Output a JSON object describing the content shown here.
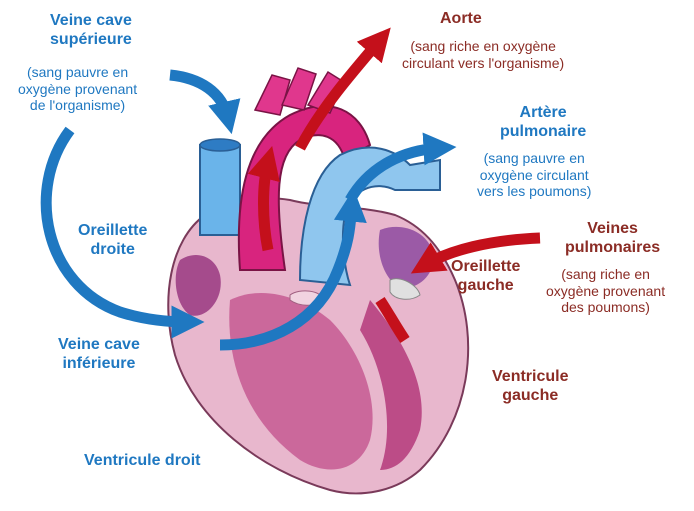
{
  "colors": {
    "blue_text": "#1f78c1",
    "red_text": "#8b2c25",
    "blue_arrow": "#1f78c1",
    "red_arrow": "#c4101b",
    "heart_pink": "#e0a3bf",
    "heart_magenta": "#c81e78",
    "vessel_blue": "#6ab4ea"
  },
  "labels": {
    "vcs_title": "Veine cave\nsupérieure",
    "vcs_note": "(sang pauvre en\noxygène provenant\nde l'organisme)",
    "aorta_title": "Aorte",
    "aorta_note": "(sang riche en oxygène\ncirculant vers l'organisme)",
    "pulm_artery_title": "Artère\npulmonaire",
    "pulm_artery_note": "(sang pauvre en\noxygène circulant\nvers les poumons)",
    "right_atrium": "Oreillette\ndroite",
    "pulm_veins_title": "Veines\npulmonaires",
    "pulm_veins_note": "(sang riche en\noxygène provenant\ndes poumons)",
    "left_atrium": "Oreillette\ngauche",
    "vci_title": "Veine cave\ninférieure",
    "left_ventricle": "Ventricule\ngauche",
    "right_ventricle": "Ventricule droit"
  }
}
